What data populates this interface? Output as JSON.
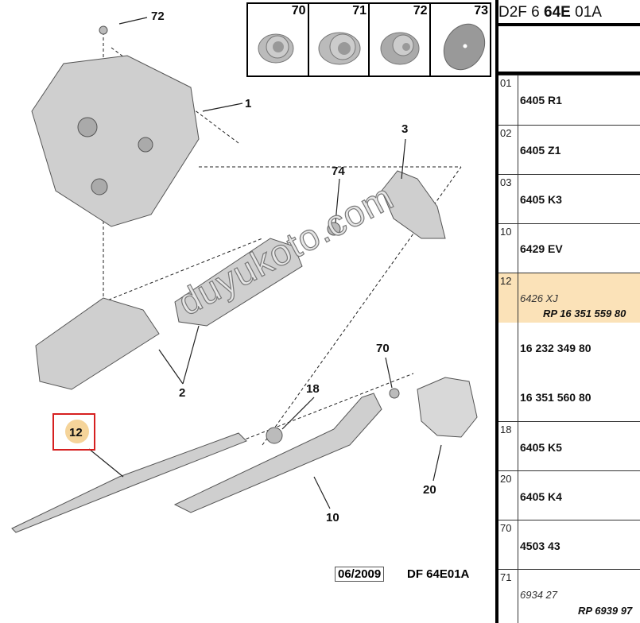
{
  "header": {
    "prefix": "D2F 6 ",
    "bold": "64E",
    "suffix": " 01A"
  },
  "thumbnails": [
    {
      "num": "70",
      "icon": "flange-nut-icon"
    },
    {
      "num": "71",
      "icon": "flange-nut-large-icon"
    },
    {
      "num": "72",
      "icon": "nut-washer-icon"
    },
    {
      "num": "73",
      "icon": "washer-disc-icon"
    }
  ],
  "callouts": {
    "c72": "72",
    "c1": "1",
    "c3": "3",
    "c74": "74",
    "c70": "70",
    "c18": "18",
    "c2": "2",
    "c12": "12",
    "c20": "20",
    "c10": "10"
  },
  "watermark": "duyukoto.com",
  "footer": {
    "date": "06/2009",
    "code": "DF 64E01A"
  },
  "rows": [
    {
      "idx": "01",
      "ref": "6405 R1"
    },
    {
      "idx": "02",
      "ref": "6405 Z1"
    },
    {
      "idx": "03",
      "ref": "6405 K3"
    },
    {
      "idx": "10",
      "ref": "6429 EV"
    },
    {
      "idx": "12",
      "ref": "6426 XJ",
      "rp": "RP 16 351 559 80",
      "extra1": "16 232 349 80",
      "extra2": "16 351 560 80"
    },
    {
      "idx": "18",
      "ref": "6405 K5"
    },
    {
      "idx": "20",
      "ref": "6405 K4"
    },
    {
      "idx": "70",
      "ref": "4503 43"
    },
    {
      "idx": "71",
      "ref": "6934 27",
      "rp": "RP 6939 97"
    }
  ],
  "colors": {
    "highlight": "#fbe2b8",
    "selection": "#d62020"
  }
}
